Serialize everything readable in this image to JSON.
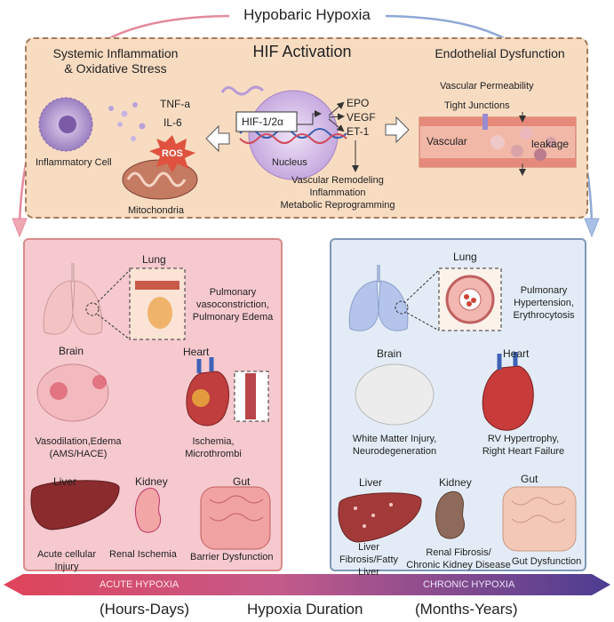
{
  "title": "Hypobaric Hypoxia",
  "top": {
    "left_heading": "Systemic Inflammation\n& Oxidative Stress",
    "center_heading": "HIF Activation",
    "right_heading": "Endothelial Dysfunction",
    "cytokine_1": "TNF-a",
    "cytokine_2": "IL-6",
    "cell_label": "Inflammatory Cell",
    "ros_label": "ROS",
    "mito_label": "Mitochondria",
    "hif_label": "HIF-1/2α",
    "nucleus_label": "Nucleus",
    "targets": [
      "EPO",
      "VEGF",
      "ET-1"
    ],
    "downstream": [
      "Vascular Remodeling",
      "Inflammation",
      "Metabolic Reprogramming"
    ],
    "vessel_labels": {
      "permeability": "Vascular Permeability",
      "tight_junctions": "Tight Junctions",
      "vascular": "Vascular",
      "leakage": "leakage"
    }
  },
  "acute": {
    "lung_title": "Lung",
    "lung_text": "Pulmonary\nvasoconstriction,\nPulmonary Edema",
    "brain_title": "Brain",
    "brain_text": "Vasodilation,Edema\n(AMS/HACE)",
    "heart_title": "Heart",
    "heart_text": "Ischemia,\nMicrothrombi",
    "liver_title": "Liver",
    "liver_text": "Acute cellular\nInjury",
    "kidney_title": "Kidney",
    "kidney_text": "Renal Ischemia",
    "gut_title": "Gut",
    "gut_text": "Barrier Dysfunction"
  },
  "chronic": {
    "lung_title": "Lung",
    "lung_text": "Pulmonary\nHypertension,\nErythrocytosis",
    "brain_title": "Brain",
    "brain_text": "White Matter Injury,\nNeurodegeneration",
    "heart_title": "Heart",
    "heart_text": "RV Hypertrophy,\nRight Heart Failure",
    "liver_title": "Liver",
    "liver_text": "Liver\nFibrosis/Fatty\nLiver",
    "kidney_title": "Kidney",
    "kidney_text": "Renal Fibrosis/\nChronic Kidney Disease",
    "gut_title": "Gut",
    "gut_text": "Gut Dysfunction"
  },
  "timeline": {
    "acute_label": "ACUTE HYPOXIA",
    "chronic_label": "CHRONIC HYPOXIA",
    "left_caption": "(Hours-Days)",
    "center_caption": "Hypoxia Duration",
    "right_caption": "(Months-Years)"
  },
  "colors": {
    "top_panel": "#f8dcc2",
    "acute_panel": "#f6c9cf",
    "chronic_panel": "#e3ecf6",
    "arrow_acute": "#d6475e",
    "arrow_chronic": "#4a3f8f"
  }
}
